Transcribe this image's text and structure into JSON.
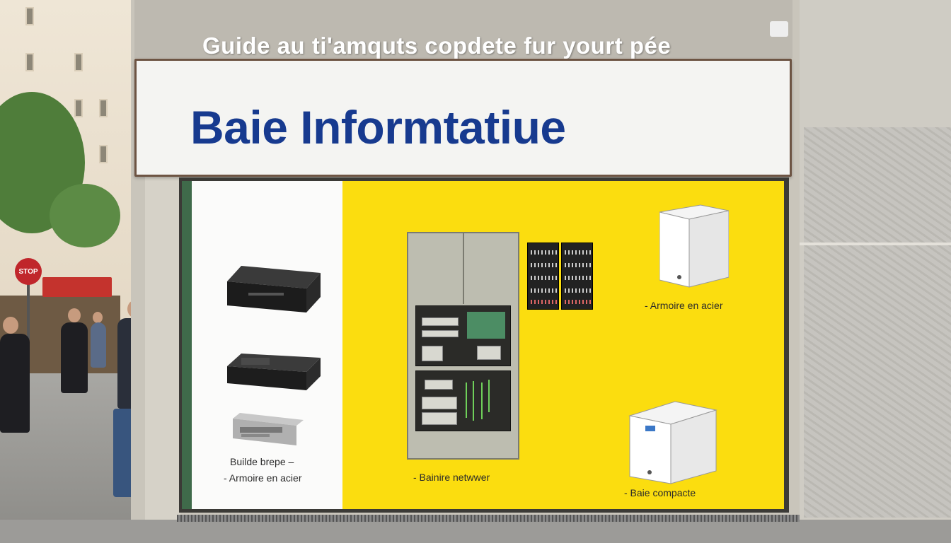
{
  "headline": "Guide au ti'amquts copdete fur yourt pée",
  "sign": {
    "title": "Baie Informtatiue"
  },
  "street_sign": "STOP",
  "panels": {
    "left": {
      "label_1": "Builde brepe –",
      "label_2": "- Armoire en acier"
    },
    "middle": {
      "label": "- Bainire netwwer"
    },
    "right": {
      "label_top": "- Armoire en acier",
      "label_bottom": "- Baie compacte"
    }
  },
  "colors": {
    "sign_blue": "#173a8f",
    "display_yellow": "#fbdd0f",
    "panel_white": "#fbfbfa",
    "accent_green": "#3f6a4a"
  }
}
